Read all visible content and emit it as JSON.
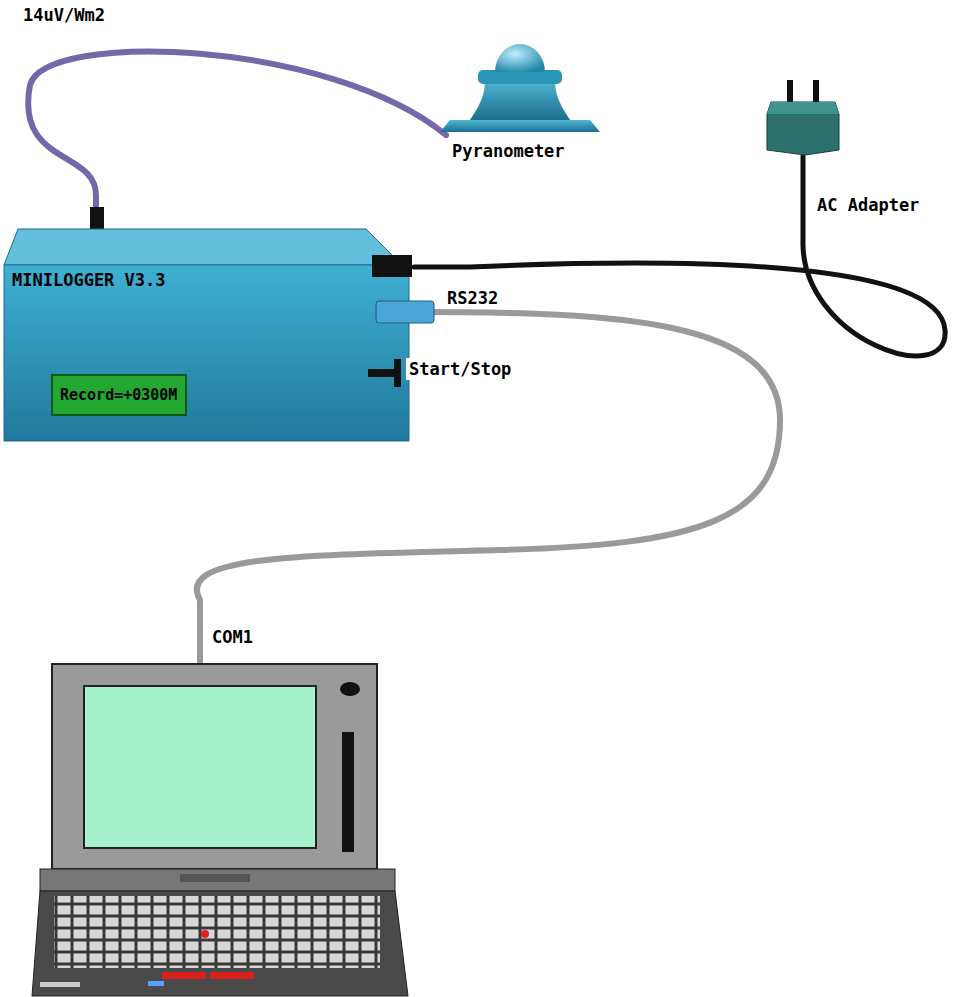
{
  "diagram": {
    "nodes": [
      {
        "text": [
          "Pyranometer"
        ]
      },
      {
        "text": [
          "MINILOGGER V3.3"
        ]
      },
      {
        "text": [
          "Record=+0300M"
        ],
        "in": 1
      },
      {
        "text": [
          "AC Adapter"
        ]
      },
      {
        "text": [
          "COM1"
        ]
      }
    ],
    "edges": [
      {
        "from": 1,
        "to": 0,
        "arrow": "none",
        "label": "14uV/Wm2"
      },
      {
        "from": 1,
        "to": 3,
        "arrow": "none"
      },
      {
        "from": 1,
        "to": 4,
        "arrow": "none"
      }
    ],
    "labels": [
      "RS232",
      "Start/Stop"
    ]
  }
}
